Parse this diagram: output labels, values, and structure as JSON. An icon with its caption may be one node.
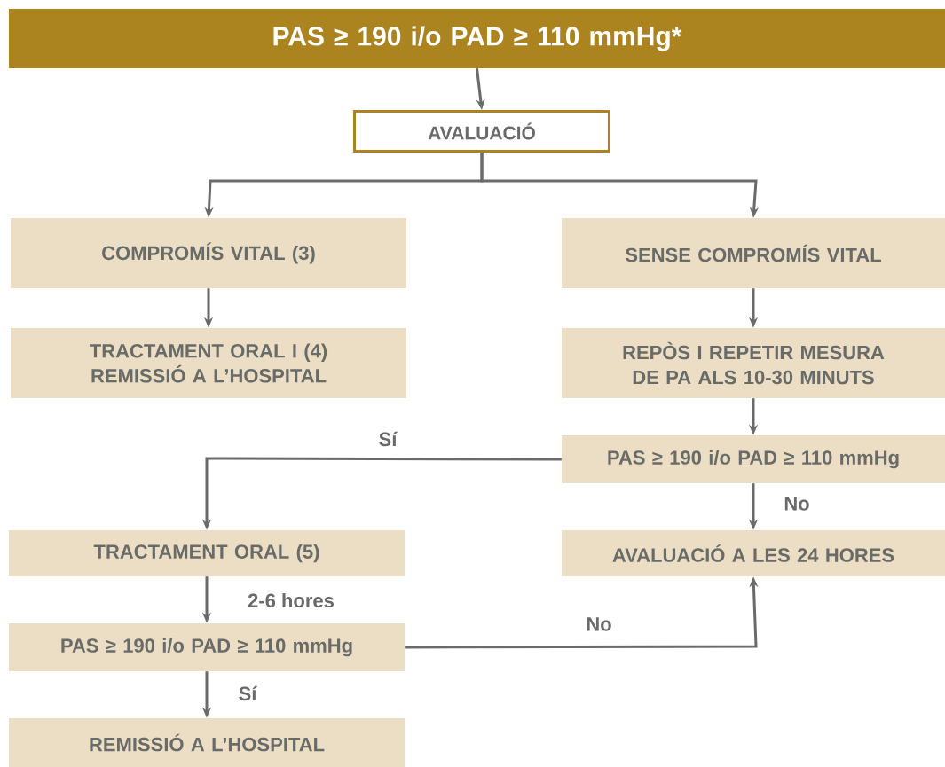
{
  "diagram": {
    "nodes": [
      {
        "text": [
          "PAS ≥ 190 i/o PAD ≥ 110 mmHg*"
        ]
      },
      {
        "text": [
          "AVALUACIÓ"
        ]
      },
      {
        "text": [
          "COMPROMÍS VITAL (3)"
        ]
      },
      {
        "text": [
          "SENSE COMPROMÍS VITAL"
        ]
      },
      {
        "text": [
          "TRACTAMENT ORAL I (4) REMISSIÓ A L’HOSPITAL"
        ]
      },
      {
        "text": [
          "REPÒS I REPETIR MESURA DE PA ALS 10-30 MINUTS"
        ]
      },
      {
        "text": [
          "PAS ≥ 190 i/o PAD ≥ 110 mmHg"
        ]
      },
      {
        "text": [
          "TRACTAMENT ORAL (5)"
        ]
      },
      {
        "text": [
          "AVALUACIÓ A LES 24 HORES"
        ]
      },
      {
        "text": [
          "PAS ≥ 190 i/o PAD ≥ 110 mmHg"
        ]
      },
      {
        "text": [
          "REMISSIÓ A L’HOSPITAL"
        ]
      }
    ],
    "edges": [
      {
        "from": 0,
        "to": 1,
        "arrow": "to"
      },
      {
        "from": 1,
        "to": 2,
        "arrow": "to"
      },
      {
        "from": 1,
        "to": 3,
        "arrow": "to"
      },
      {
        "from": 2,
        "to": 4,
        "arrow": "to"
      },
      {
        "from": 3,
        "to": 5,
        "arrow": "to"
      },
      {
        "from": 5,
        "to": 6,
        "arrow": "to"
      },
      {
        "from": 6,
        "to": 7,
        "arrow": "to",
        "label": "Sí"
      },
      {
        "from": 6,
        "to": 8,
        "arrow": "to",
        "label": "No"
      },
      {
        "from": 7,
        "to": 9,
        "arrow": "to",
        "label": "2-6 hores"
      },
      {
        "from": 9,
        "to": 8,
        "arrow": "to",
        "label": "No"
      },
      {
        "from": 9,
        "to": 10,
        "arrow": "to",
        "label": "Sí"
      }
    ]
  }
}
